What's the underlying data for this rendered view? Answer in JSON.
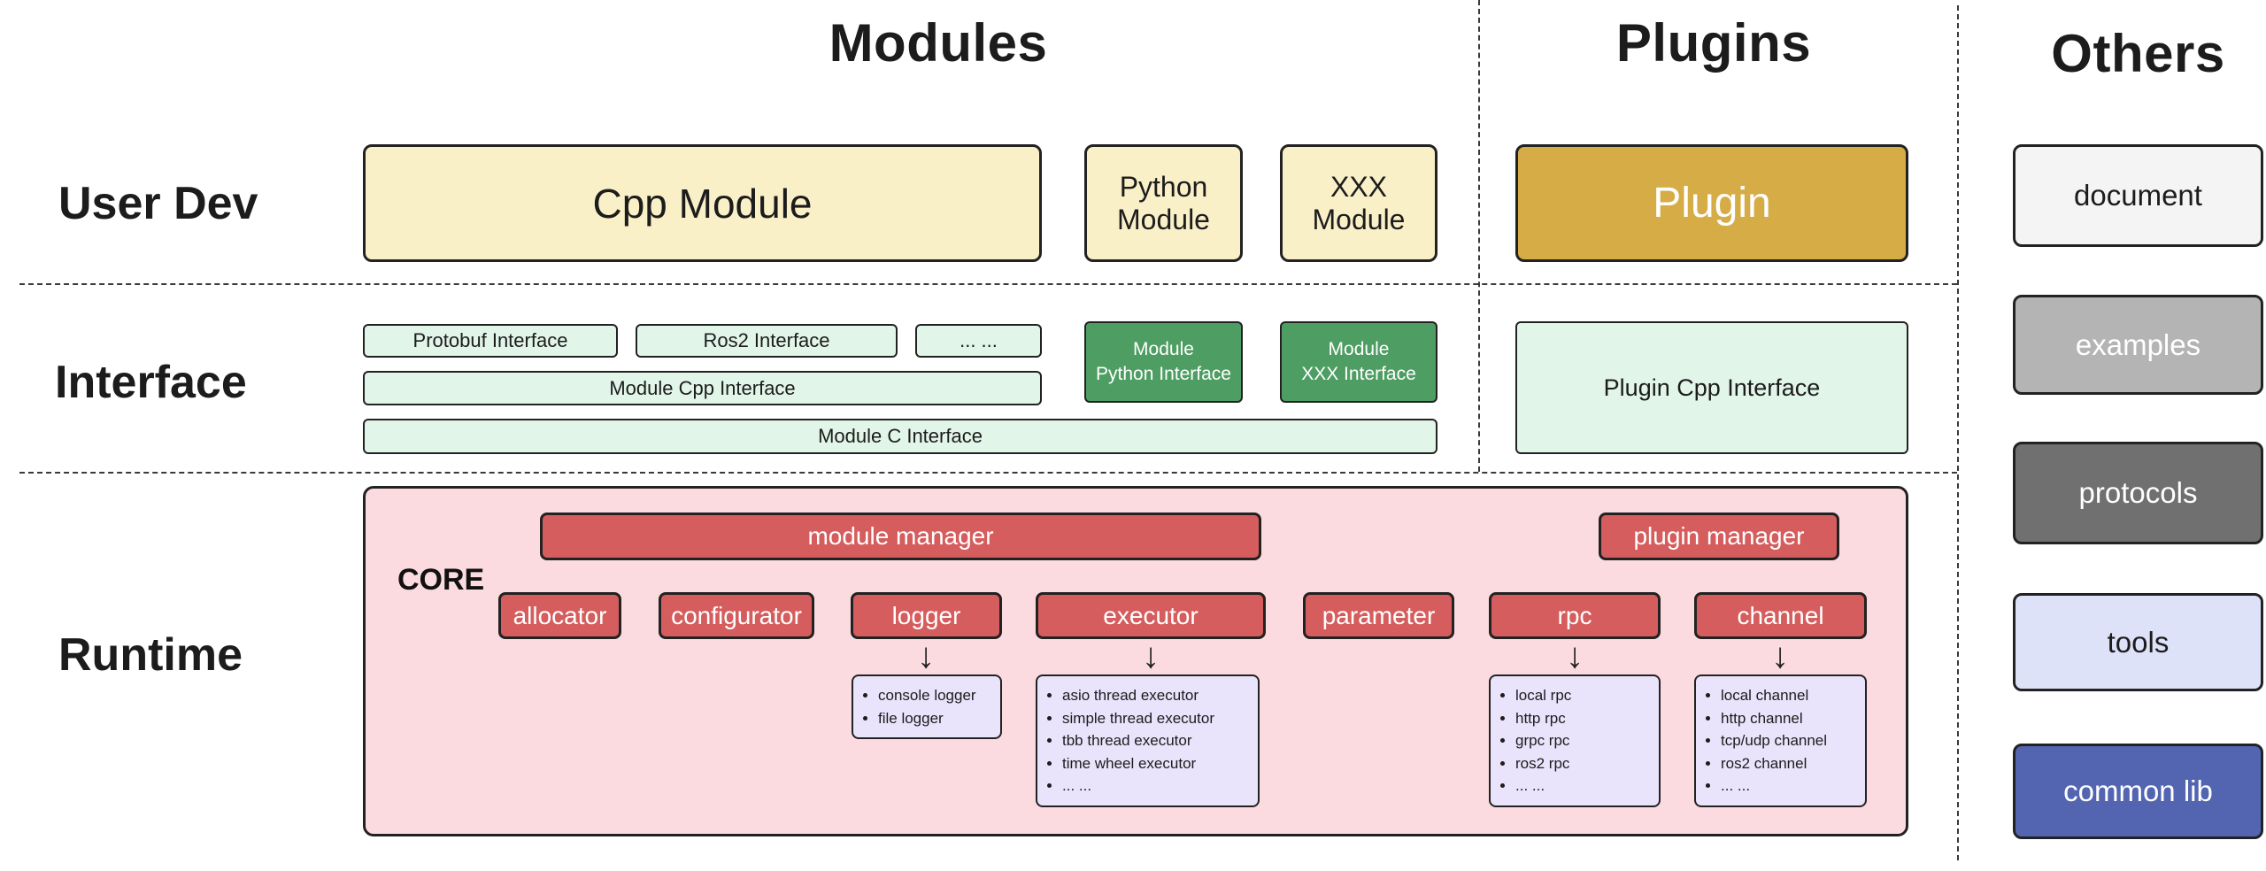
{
  "titles": {
    "modules": "Modules",
    "plugins": "Plugins",
    "others": "Others"
  },
  "row_labels": {
    "user_dev": "User Dev",
    "interface": "Interface",
    "runtime": "Runtime"
  },
  "user_dev": {
    "cpp_module": "Cpp Module",
    "python_module": "Python Module",
    "xxx_module": "XXX Module",
    "plugin": "Plugin"
  },
  "interface": {
    "protobuf": "Protobuf Interface",
    "ros2": "Ros2 Interface",
    "ellipsis": "... ...",
    "module_cpp": "Module Cpp Interface",
    "module_c": "Module C Interface",
    "module_python": [
      "Module",
      "Python Interface"
    ],
    "module_xxx": [
      "Module",
      "XXX Interface"
    ],
    "plugin_cpp": "Plugin Cpp Interface"
  },
  "runtime": {
    "core": "CORE",
    "module_manager": "module manager",
    "plugin_manager": "plugin manager",
    "allocator": "allocator",
    "configurator": "configurator",
    "logger": "logger",
    "executor": "executor",
    "parameter": "parameter",
    "rpc": "rpc",
    "channel": "channel",
    "arrow_down_icon": "↓",
    "logger_items": [
      "console logger",
      "file logger"
    ],
    "executor_items": [
      "asio thread executor",
      "simple thread executor",
      "tbb thread executor",
      "time wheel executor",
      "... ..."
    ],
    "rpc_items": [
      "local rpc",
      "http rpc",
      "grpc rpc",
      "ros2 rpc",
      "... ..."
    ],
    "channel_items": [
      "local channel",
      "http channel",
      "tcp/udp channel",
      "ros2 channel",
      "... ..."
    ]
  },
  "others": {
    "document": "document",
    "examples": "examples",
    "protocols": "protocols",
    "tools": "tools",
    "common_lib": "common lib"
  },
  "palette": {
    "cream": "#faf0c8",
    "gold": "#d6ac47",
    "light_green": "#e2f5e9",
    "dark_green": "#4e9d62",
    "pink": "#fcdbe0",
    "red": "#d65d5d",
    "lavender": "#e9e3fb",
    "others_document": "#f4f4f4",
    "others_examples": "#b4b4b4",
    "others_protocols": "#707070",
    "others_tools": "#dee2f8",
    "others_common_lib": "#5365b1",
    "border_dark": "#222222"
  }
}
